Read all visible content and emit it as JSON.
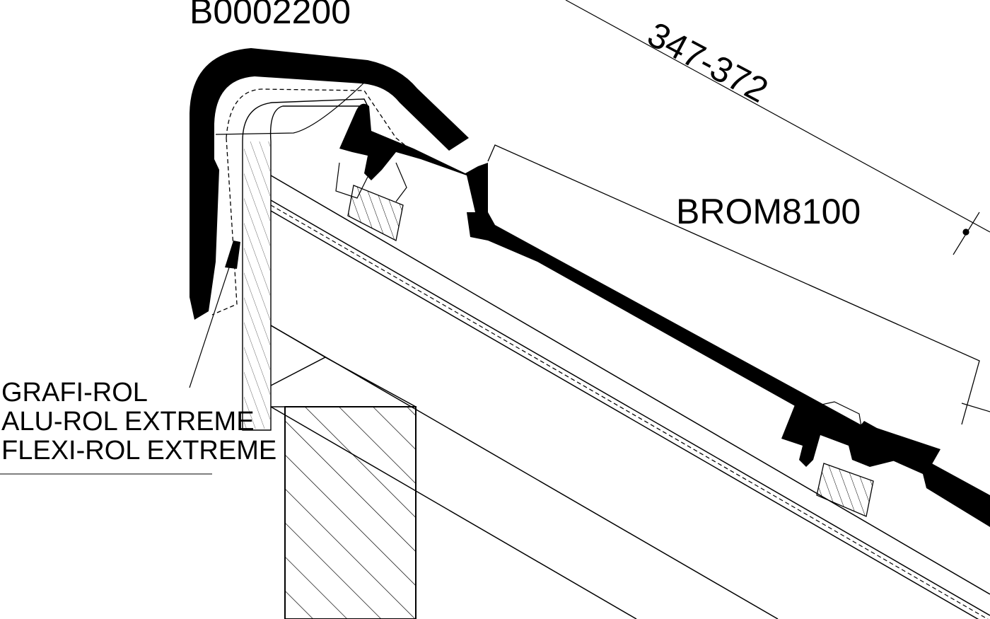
{
  "labels": {
    "ridge_tile_code": "B0002200",
    "dimension_range": "347-372",
    "roof_tile_code": "BROM8100",
    "materials": [
      "GRAFI-ROL",
      "ALU-ROL EXTREME",
      "FLEXI-ROL EXTREME"
    ]
  },
  "colors": {
    "ink": "#000000",
    "paper": "#ffffff"
  }
}
